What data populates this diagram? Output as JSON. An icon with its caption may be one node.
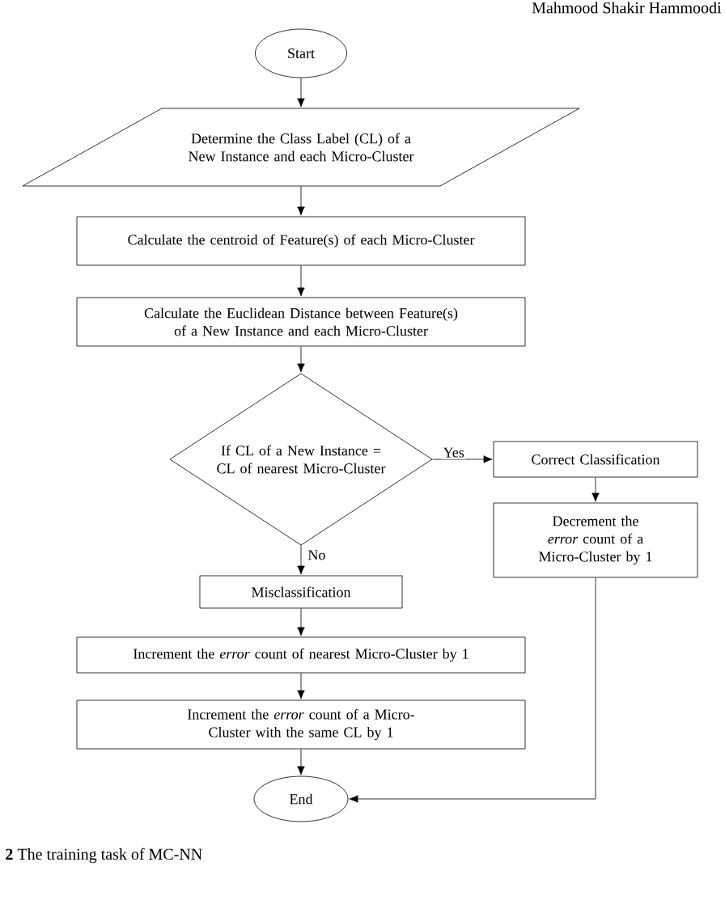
{
  "diagram": {
    "caption": "**2** The training task of MC-NN",
    "nodes": [
      {
        "text": [
          "Start"
        ]
      },
      {
        "text": [
          "Determine the Class Label (CL) of a New Instance and each Micro-Cluster"
        ]
      },
      {
        "text": [
          "Calculate the centroid of Feature(s) of each Micro-Cluster"
        ]
      },
      {
        "text": [
          "Calculate the Euclidean Distance between Feature(s) of a New Instance and each Micro-Cluster"
        ]
      },
      {
        "text": [
          "If CL of a New Instance = CL of nearest Micro-Cluster"
        ]
      },
      {
        "text": [
          "Correct Classification"
        ]
      },
      {
        "text": [
          "Decrement the *error* count of a Micro-Cluster by 1"
        ]
      },
      {
        "text": [
          "Misclassification"
        ]
      },
      {
        "text": [
          "Increment the *error* count of nearest Micro-Cluster by 1"
        ]
      },
      {
        "text": [
          "Increment the *error* count of a Micro-Cluster with the same CL by 1"
        ]
      },
      {
        "text": [
          "End"
        ]
      }
    ],
    "edges": [
      {
        "from": 0,
        "to": 1,
        "arrow": "to"
      },
      {
        "from": 1,
        "to": 2,
        "arrow": "to"
      },
      {
        "from": 2,
        "to": 3,
        "arrow": "to"
      },
      {
        "from": 3,
        "to": 4,
        "arrow": "to"
      },
      {
        "from": 4,
        "to": 5,
        "arrow": "to",
        "label": "Yes"
      },
      {
        "from": 5,
        "to": 6,
        "arrow": "to"
      },
      {
        "from": 4,
        "to": 7,
        "arrow": "to",
        "label": "No"
      },
      {
        "from": 7,
        "to": 8,
        "arrow": "to"
      },
      {
        "from": 8,
        "to": 9,
        "arrow": "to"
      },
      {
        "from": 9,
        "to": 10,
        "arrow": "to"
      },
      {
        "from": 6,
        "to": 10,
        "arrow": "to"
      }
    ],
    "labels": [
      "Mahmood Shakir Hammoodi"
    ]
  }
}
